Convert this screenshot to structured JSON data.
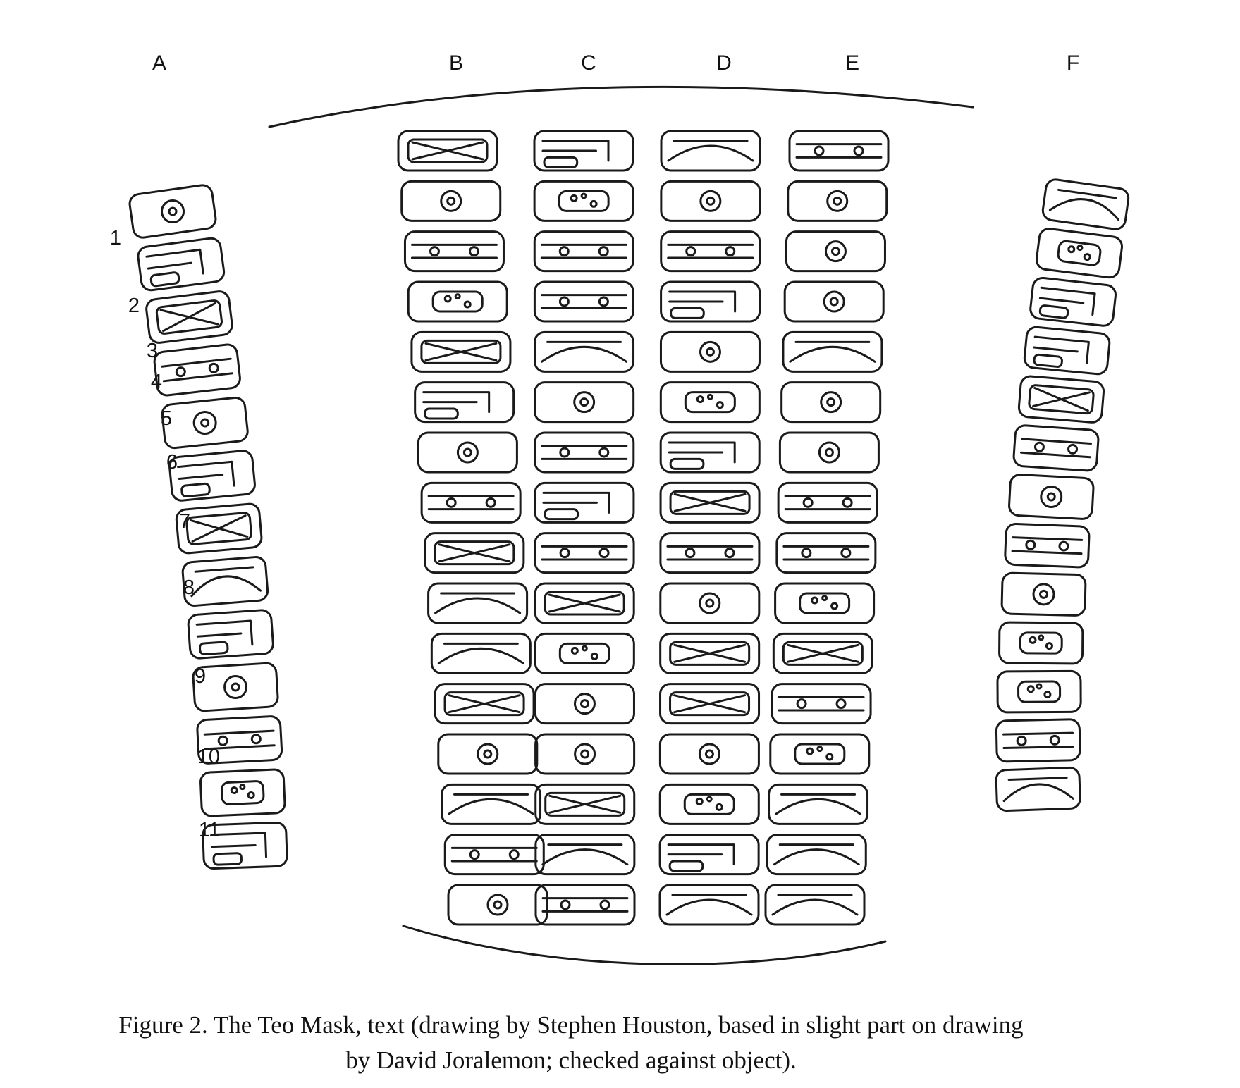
{
  "figure": {
    "column_labels": [
      "A",
      "B",
      "C",
      "D",
      "E",
      "F"
    ],
    "row_numbers": [
      "1",
      "2",
      "3",
      "4",
      "5",
      "6",
      "7",
      "8",
      "9",
      "10",
      "11"
    ],
    "caption_line1": "Figure 2. The Teo Mask, text (drawing by Stephen Houston, based in slight part on drawing",
    "caption_line2": "by David Joralemon; checked against object).",
    "ink_color": "#1a1a1a"
  }
}
